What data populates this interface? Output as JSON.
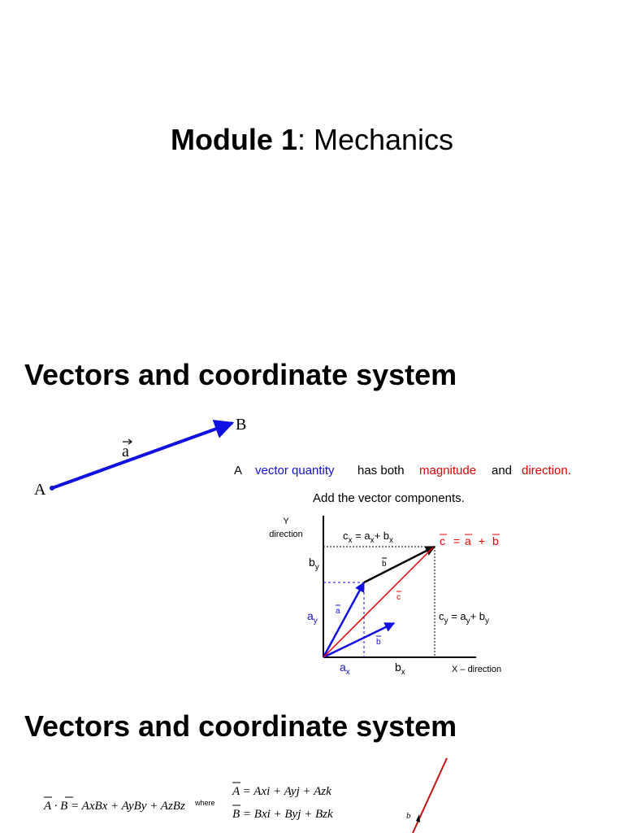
{
  "slide1": {
    "title_bold": "Module 1",
    "title_rest": ": Mechanics"
  },
  "section1": {
    "heading": "Vectors and coordinate system",
    "vector_ab": {
      "point_a": "A",
      "point_b": "B",
      "vector_label": "a"
    },
    "definition": {
      "lead": "A",
      "vector_quantity": "vector quantity",
      "middle": "has both",
      "magnitude": "magnitude",
      "and_word": "and",
      "direction": "direction."
    },
    "subtitle": "Add the vector components.",
    "diagram": {
      "y_axis_line1": "Y",
      "y_axis_line2": "direction",
      "x_axis": "X – direction",
      "cx_equation": "c",
      "cx_sub": "x",
      "cx_rhs_a": "a",
      "cx_rhs_b": "b",
      "cy_equation": "c",
      "cy_sub": "y",
      "cy_rhs_a": "a",
      "cy_rhs_b": "b",
      "sum_equation_c": "c",
      "sum_equation_a": "a",
      "sum_equation_b": "b",
      "by_label": "b",
      "by_sub": "y",
      "ay_label": "a",
      "ay_sub": "y",
      "ax_label": "a",
      "ax_sub": "x",
      "bx_label": "b",
      "bx_sub": "x",
      "vec_a": "a",
      "vec_b_lower": "b",
      "vec_b_upper": "b",
      "vec_c": "c"
    },
    "colors": {
      "blue": "#1010e0",
      "red": "#e00000",
      "black": "#000000"
    }
  },
  "section2": {
    "heading": "Vectors and coordinate system",
    "dot_product": "A · B = AxBx + AyBy + AzBz",
    "where": "where",
    "a_components": "A = Axi + Ayj + Azk",
    "b_components": "B = Bxi + Byj + Bzk",
    "partial_vector_label": "b"
  }
}
